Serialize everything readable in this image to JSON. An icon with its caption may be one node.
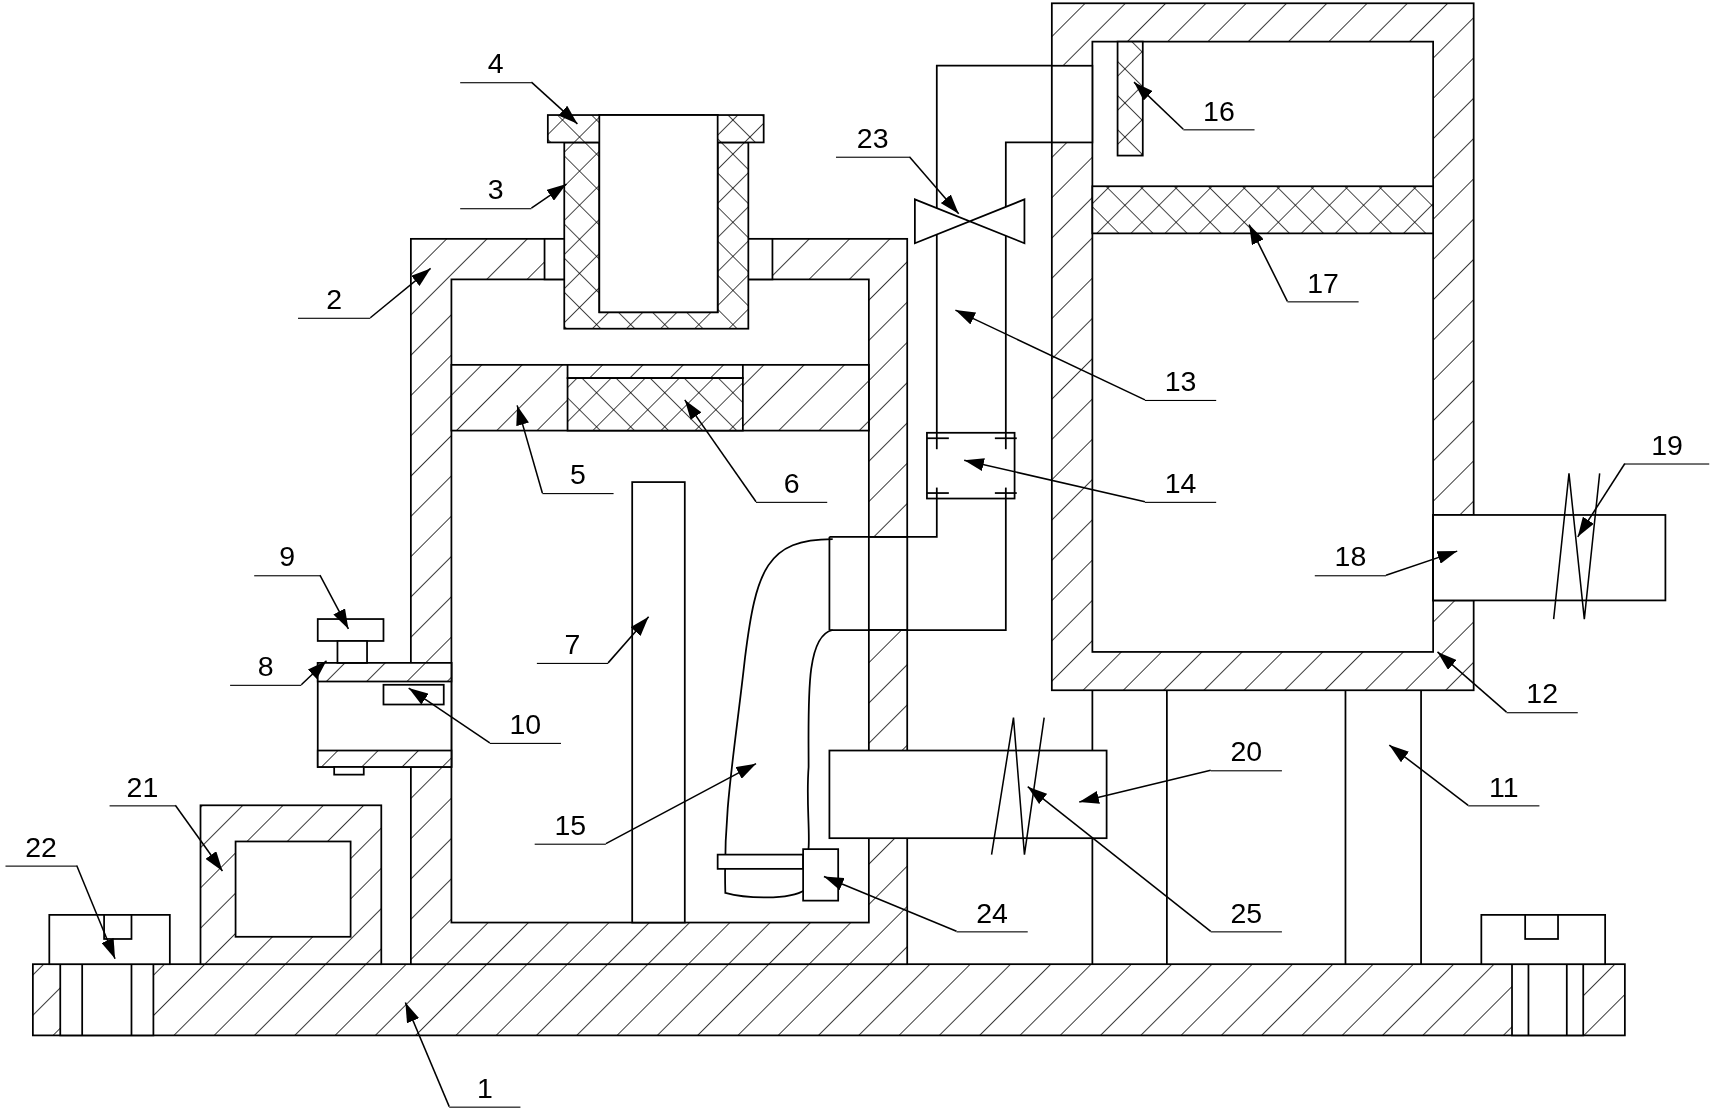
{
  "diagram": {
    "nodes": [
      {
        "text": [
          "1"
        ]
      },
      {
        "text": [
          "2"
        ]
      },
      {
        "text": [
          "3"
        ]
      },
      {
        "text": [
          "4"
        ]
      },
      {
        "text": [
          "5"
        ]
      },
      {
        "text": [
          "6"
        ]
      },
      {
        "text": [
          "7"
        ]
      },
      {
        "text": [
          "8"
        ]
      },
      {
        "text": [
          "9"
        ]
      },
      {
        "text": [
          "10"
        ]
      },
      {
        "text": [
          "11"
        ]
      },
      {
        "text": [
          "12"
        ]
      },
      {
        "text": [
          "13"
        ]
      },
      {
        "text": [
          "14"
        ]
      },
      {
        "text": [
          "15"
        ]
      },
      {
        "text": [
          "16"
        ]
      },
      {
        "text": [
          "17"
        ]
      },
      {
        "text": [
          "18"
        ]
      },
      {
        "text": [
          "19"
        ]
      },
      {
        "text": [
          "20"
        ]
      },
      {
        "text": [
          "21"
        ]
      },
      {
        "text": [
          "22"
        ]
      },
      {
        "text": [
          "23"
        ]
      },
      {
        "text": [
          "24"
        ]
      },
      {
        "text": [
          "25"
        ]
      }
    ],
    "edges": [
      {
        "from": 0,
        "to": null,
        "arrow": "to"
      },
      {
        "from": 1,
        "to": null,
        "arrow": "to"
      },
      {
        "from": 2,
        "to": null,
        "arrow": "to"
      },
      {
        "from": 3,
        "to": null,
        "arrow": "to"
      },
      {
        "from": 4,
        "to": null,
        "arrow": "to"
      },
      {
        "from": 5,
        "to": null,
        "arrow": "to"
      },
      {
        "from": 6,
        "to": null,
        "arrow": "to"
      },
      {
        "from": 7,
        "to": null,
        "arrow": "to"
      },
      {
        "from": 8,
        "to": null,
        "arrow": "to"
      },
      {
        "from": 9,
        "to": null,
        "arrow": "to"
      },
      {
        "from": 10,
        "to": null,
        "arrow": "to"
      },
      {
        "from": 11,
        "to": null,
        "arrow": "to"
      },
      {
        "from": 12,
        "to": null,
        "arrow": "to"
      },
      {
        "from": 13,
        "to": null,
        "arrow": "to"
      },
      {
        "from": 14,
        "to": null,
        "arrow": "to"
      },
      {
        "from": 15,
        "to": null,
        "arrow": "to"
      },
      {
        "from": 16,
        "to": null,
        "arrow": "to"
      },
      {
        "from": 17,
        "to": null,
        "arrow": "to"
      },
      {
        "from": 18,
        "to": null,
        "arrow": "to"
      },
      {
        "from": 19,
        "to": null,
        "arrow": "to"
      },
      {
        "from": 20,
        "to": null,
        "arrow": "to"
      },
      {
        "from": 21,
        "to": null,
        "arrow": "to"
      },
      {
        "from": 22,
        "to": null,
        "arrow": "to"
      },
      {
        "from": 23,
        "to": null,
        "arrow": "to"
      },
      {
        "from": 24,
        "to": null,
        "arrow": "to"
      }
    ]
  }
}
